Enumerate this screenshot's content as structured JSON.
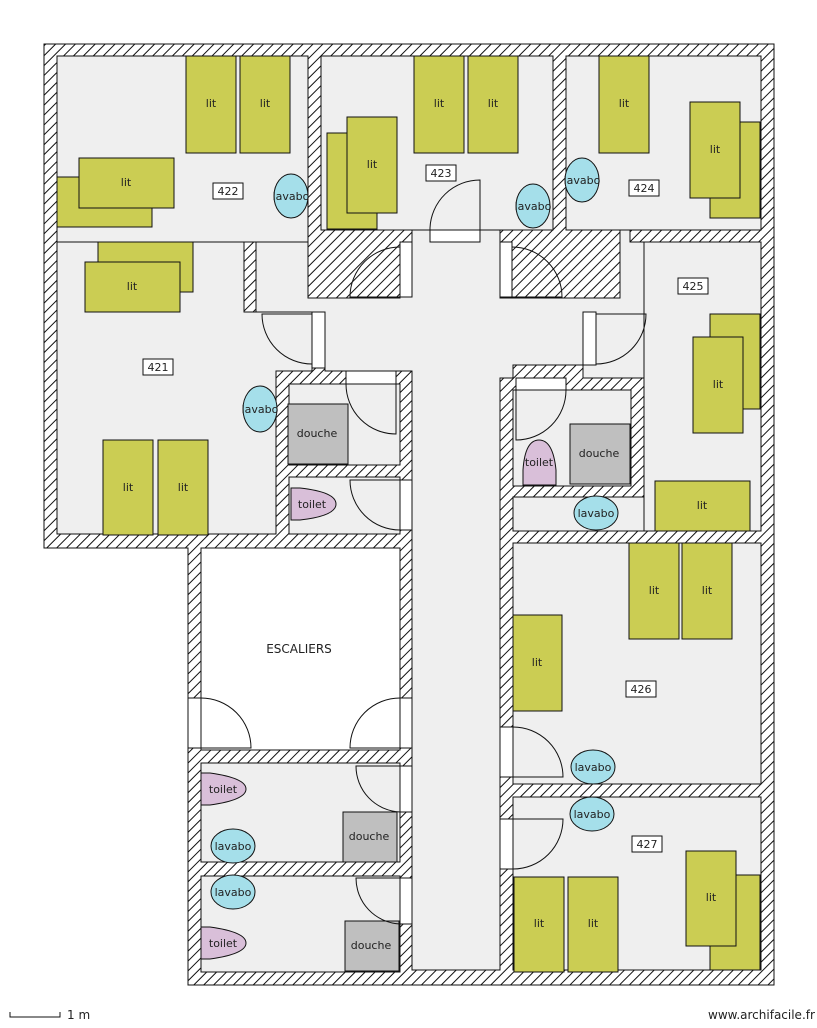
{
  "rooms": [
    {
      "id": "r422",
      "number": "422"
    },
    {
      "id": "r423",
      "number": "423"
    },
    {
      "id": "r424",
      "number": "424"
    },
    {
      "id": "r425",
      "number": "425"
    },
    {
      "id": "r421",
      "number": "421"
    },
    {
      "id": "r426",
      "number": "426"
    },
    {
      "id": "r427",
      "number": "427"
    }
  ],
  "labels": {
    "bed": "lit",
    "sink": "lavabo",
    "shower": "douche",
    "toilet": "toilet",
    "stairs": "ESCALIERS"
  },
  "colors": {
    "bed": "#cbcd53",
    "sink": "#a5dfea",
    "shower": "#bfbfbf",
    "toilet": "#d9bfd9",
    "floor": "#efefef",
    "wall_hatch": "#111111"
  },
  "footer": {
    "scale": "1 m",
    "site": "www.archifacile.fr"
  }
}
